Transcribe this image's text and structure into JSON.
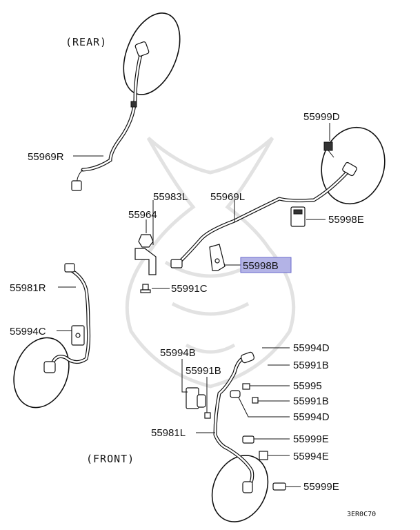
{
  "headers": {
    "rear": "(REAR)",
    "front": "(FRONT)"
  },
  "diagram_code": "3ER0C70",
  "labels": {
    "p55999D_top": "55999D",
    "p55969R": "55969R",
    "p55983L": "55983L",
    "p55969L": "55969L",
    "p55964": "55964",
    "p55998E": "55998E",
    "p55998B": "55998B",
    "p55981R": "55981R",
    "p55991C": "55991C",
    "p55994C": "55994C",
    "p55994B": "55994B",
    "p55994D_1": "55994D",
    "p55991B_1": "55991B",
    "p55991B_2": "55991B",
    "p55995": "55995",
    "p55991B_3": "55991B",
    "p55994D_2": "55994D",
    "p55981L": "55981L",
    "p55999E_1": "55999E",
    "p55994E": "55994E",
    "p55999E_2": "55999E"
  },
  "highlight": {
    "part": "55998B",
    "color": "#b3b3e6"
  }
}
